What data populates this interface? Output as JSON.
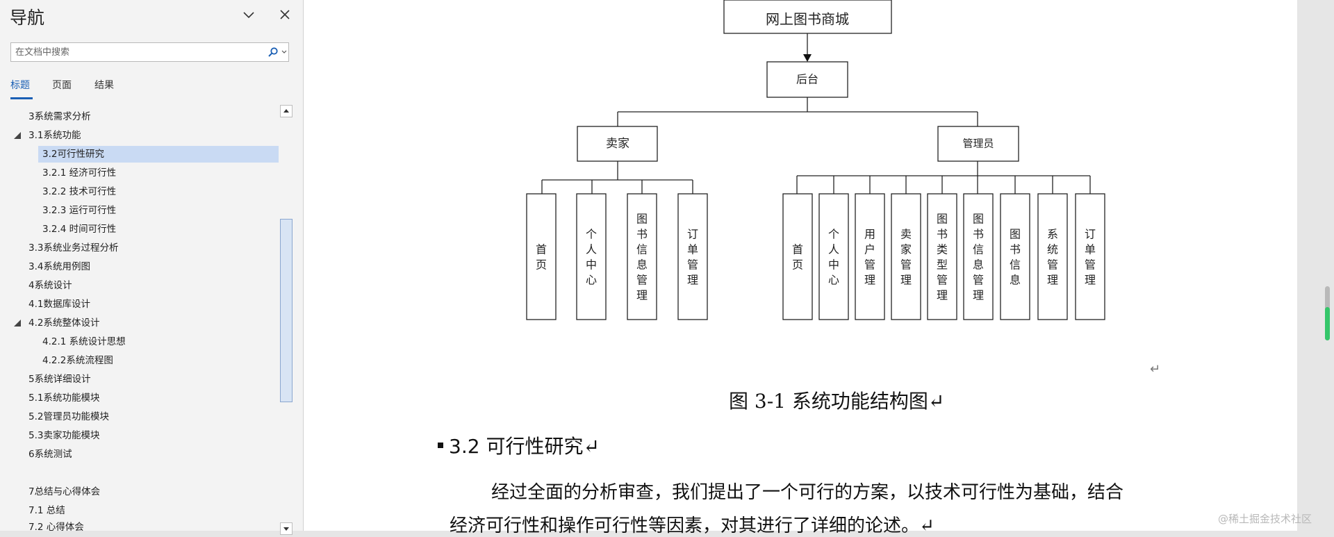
{
  "nav": {
    "title": "导航",
    "search_placeholder": "在文档中搜索",
    "tabs": [
      {
        "label": "标题",
        "active": true
      },
      {
        "label": "页面",
        "active": false
      },
      {
        "label": "结果",
        "active": false
      }
    ],
    "tree": [
      {
        "label": "3系统需求分析",
        "level": 1
      },
      {
        "label": "3.1系统功能",
        "level": 1,
        "expanded": true
      },
      {
        "label": "3.2可行性研究",
        "level": 2,
        "selected": true
      },
      {
        "label": "3.2.1 经济可行性",
        "level": 2
      },
      {
        "label": "3.2.2 技术可行性",
        "level": 2
      },
      {
        "label": "3.2.3 运行可行性",
        "level": 2
      },
      {
        "label": "3.2.4 时间可行性",
        "level": 2
      },
      {
        "label": "3.3系统业务过程分析",
        "level": 1
      },
      {
        "label": "3.4系统用例图",
        "level": 1
      },
      {
        "label": "4系统设计",
        "level": 1
      },
      {
        "label": "4.1数据库设计",
        "level": 1
      },
      {
        "label": "4.2系统整体设计",
        "level": 1,
        "expanded": true
      },
      {
        "label": "4.2.1 系统设计思想",
        "level": 2
      },
      {
        "label": "4.2.2系统流程图",
        "level": 2
      },
      {
        "label": "5系统详细设计",
        "level": 1
      },
      {
        "label": "5.1系统功能模块",
        "level": 1
      },
      {
        "label": "5.2管理员功能模块",
        "level": 1
      },
      {
        "label": "5.3卖家功能模块",
        "level": 1
      },
      {
        "label": "6系统测试",
        "level": 1
      },
      {
        "label": "7总结与心得体会",
        "level": 1
      },
      {
        "label": "7.1 总结",
        "level": 1
      },
      {
        "label": "7.2 心得体会",
        "level": 1
      }
    ]
  },
  "diagram": {
    "root": "网上图书商城",
    "backend": "后台",
    "seller": "卖家",
    "admin": "管理员",
    "seller_modules": [
      "首页",
      "个人中心",
      "图书信息管理",
      "订单管理"
    ],
    "admin_modules": [
      "首页",
      "个人中心",
      "用户管理",
      "卖家管理",
      "图书类型管理",
      "图书信息管理",
      "图书信息",
      "系统管理",
      "订单管理"
    ]
  },
  "document": {
    "caption": "图 3-1 系统功能结构图↵",
    "heading_number": "3.2",
    "heading_text": "可行性研究↵",
    "paragraph_line1": "经过全面的分析审查，我们提出了一个可行的方案，以技术可行性为基础，结合",
    "paragraph_line2": "经济可行性和操作可行性等因素，对其进行了详细的论述。↵",
    "return_mark": "↵"
  },
  "watermark": "@稀土掘金技术社区"
}
